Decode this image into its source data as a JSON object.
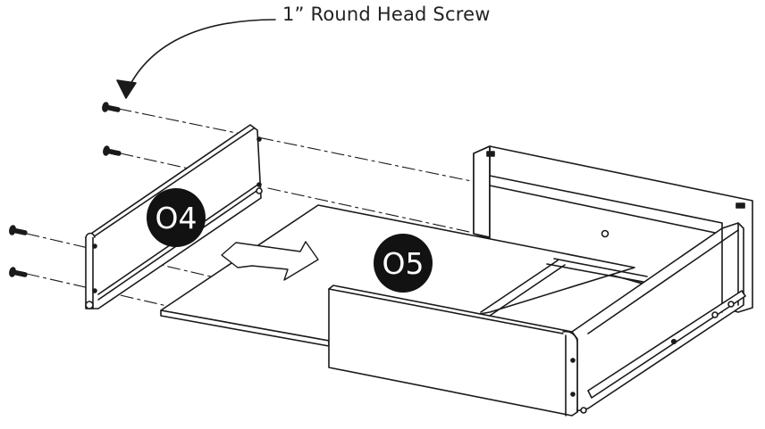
{
  "callout": {
    "label": "1” Round Head Screw"
  },
  "parts": [
    {
      "id": "O4"
    },
    {
      "id": "O5"
    }
  ],
  "colors": {
    "line": "#1a1a1a",
    "badge": "#121212",
    "badge_text": "#ffffff",
    "background": "#ffffff"
  }
}
